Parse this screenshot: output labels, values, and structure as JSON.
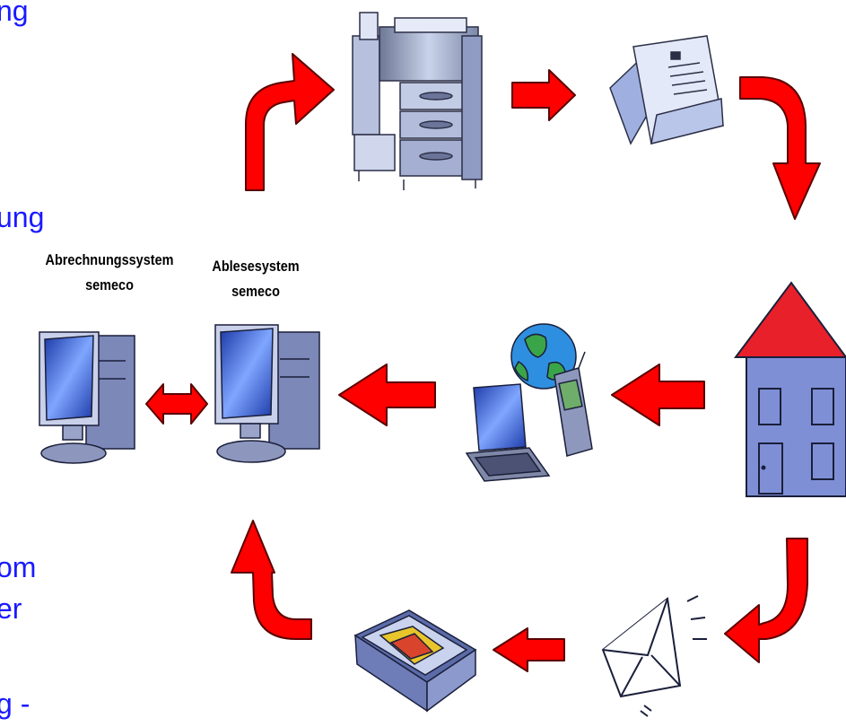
{
  "left_text_fragments": [
    "ng",
    "ung",
    "om",
    "er",
    "g  -"
  ],
  "systems": {
    "billing": {
      "line1": "Abrechnungssystem",
      "line2": "semeco"
    },
    "reading": {
      "line1": "Ablesesystem",
      "line2": "semeco"
    }
  },
  "icons": [
    "printer-icon",
    "letter-icon",
    "house-icon",
    "envelope-icon",
    "scanner-icon",
    "laptop-globe-phone-icon",
    "computer-icon"
  ],
  "colors": {
    "arrow": "#ff0000",
    "arrow_outline": "#5a0000",
    "text_fragment": "#1a1aff",
    "roof": "#e8202a",
    "house_wall": "#7f8fd6"
  }
}
